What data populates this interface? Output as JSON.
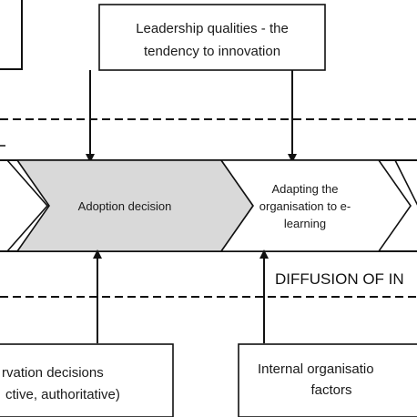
{
  "boxes": {
    "top_left": "",
    "leadership": {
      "line1": "Leadership qualities - the",
      "line2": "tendency to innovation"
    },
    "bottom_left": {
      "line1": "rvation decisions",
      "line2": "ctive, authoritative)"
    },
    "internal": {
      "line1": "Internal organisatio",
      "line2": "factors"
    }
  },
  "process": {
    "adoption": "Adoption decision",
    "adapting": {
      "line1": "Adapting the",
      "line2": "organisation to e-",
      "line3": "learning"
    }
  },
  "diffusion_label": "DIFFUSION OF IN",
  "colors": {
    "stroke": "#111111",
    "adoption_fill": "#d9d9d9",
    "background": "#ffffff"
  }
}
